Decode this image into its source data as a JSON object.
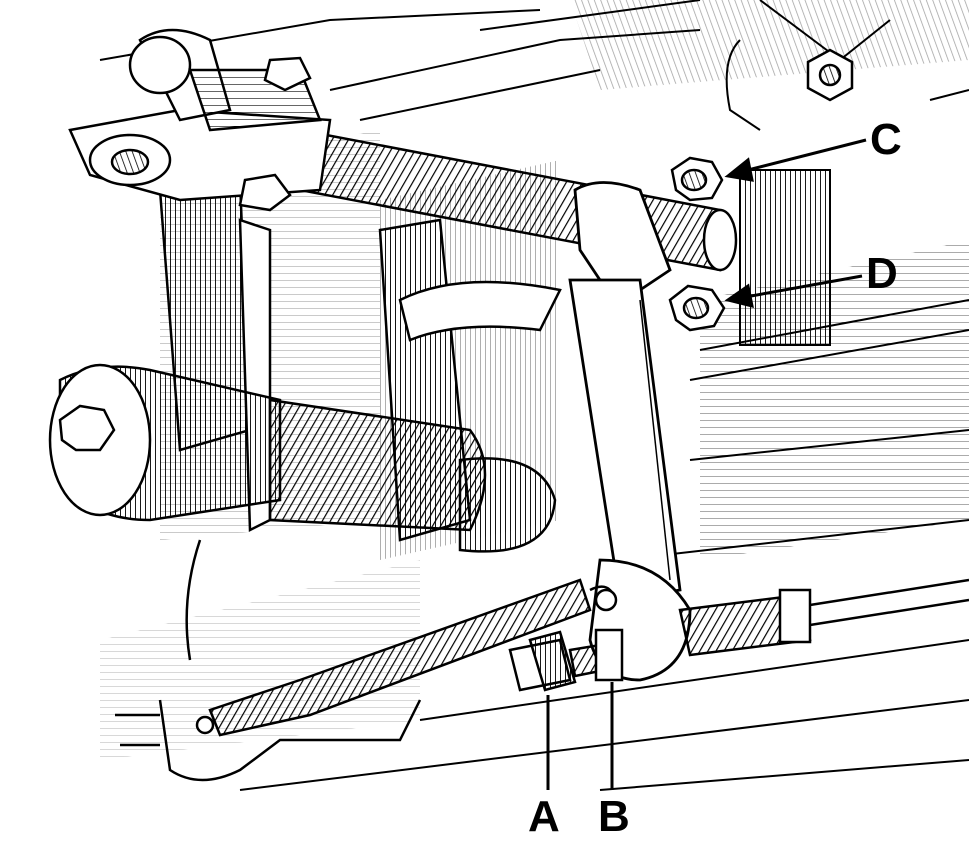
{
  "diagram": {
    "ink_color": "#000000",
    "paper_color": "#ffffff",
    "callouts": {
      "a": "A",
      "b": "B",
      "c": "C",
      "d": "D"
    }
  }
}
